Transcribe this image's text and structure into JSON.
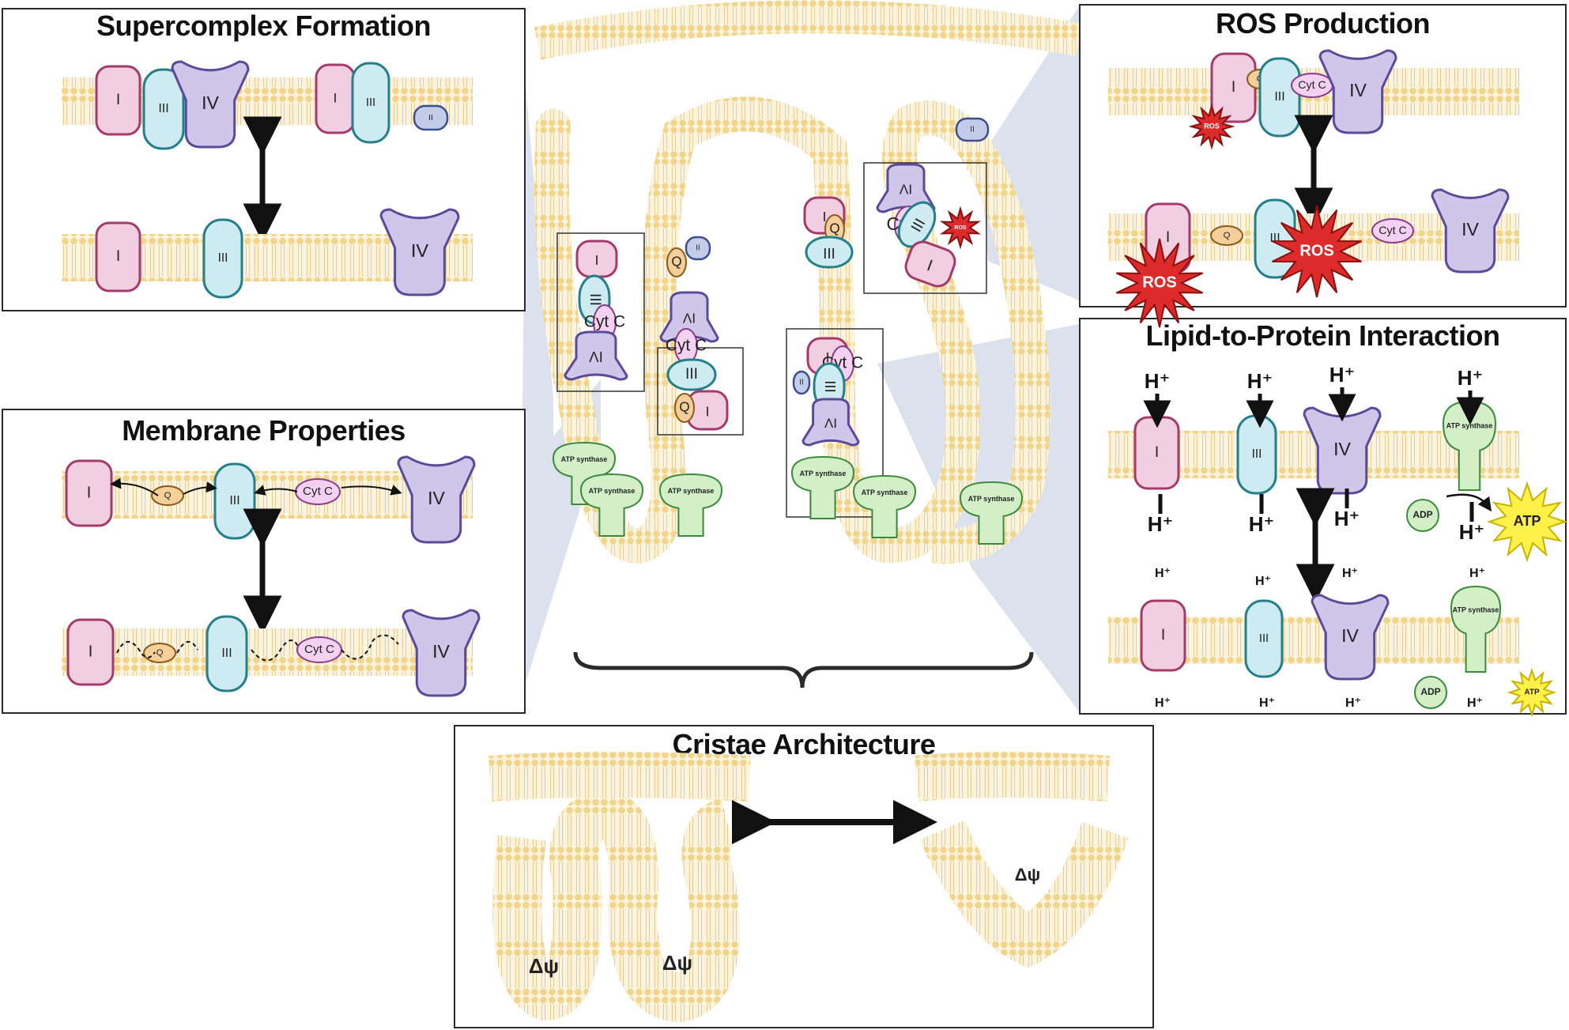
{
  "panels": {
    "supercomplex": {
      "title": "Supercomplex Formation"
    },
    "membrane": {
      "title": "Membrane Properties"
    },
    "ros": {
      "title": "ROS Production"
    },
    "lipid": {
      "title": "Lipid-to-Protein Interaction"
    },
    "cristae": {
      "title": "Cristae Architecture"
    }
  },
  "labels": {
    "complex_i": "I",
    "complex_ii": "II",
    "complex_iii": "III",
    "complex_iv": "IV",
    "q": "Q",
    "cyt_c": "Cyt C",
    "ros": "ROS",
    "atp_synthase": "ATP synthase",
    "atp": "ATP",
    "adp": "ADP",
    "h_plus": "H⁺",
    "delta_psi": "Δψ"
  },
  "colors": {
    "complex_i": "#f2cfe0",
    "complex_iii": "#cdebf0",
    "complex_iv": "#cfc6ea",
    "complex_ii": "#c3cdea",
    "q": "#f5cf9a",
    "cyt_c": "#f3d1f0",
    "atp_synthase": "#d3efc8",
    "ros": "#dd2a2a",
    "atp_star": "#fff04a",
    "membrane_head": "#f2d58c",
    "cardiolipin": "#c72a2a",
    "background_wedge": "#d5dcea"
  }
}
